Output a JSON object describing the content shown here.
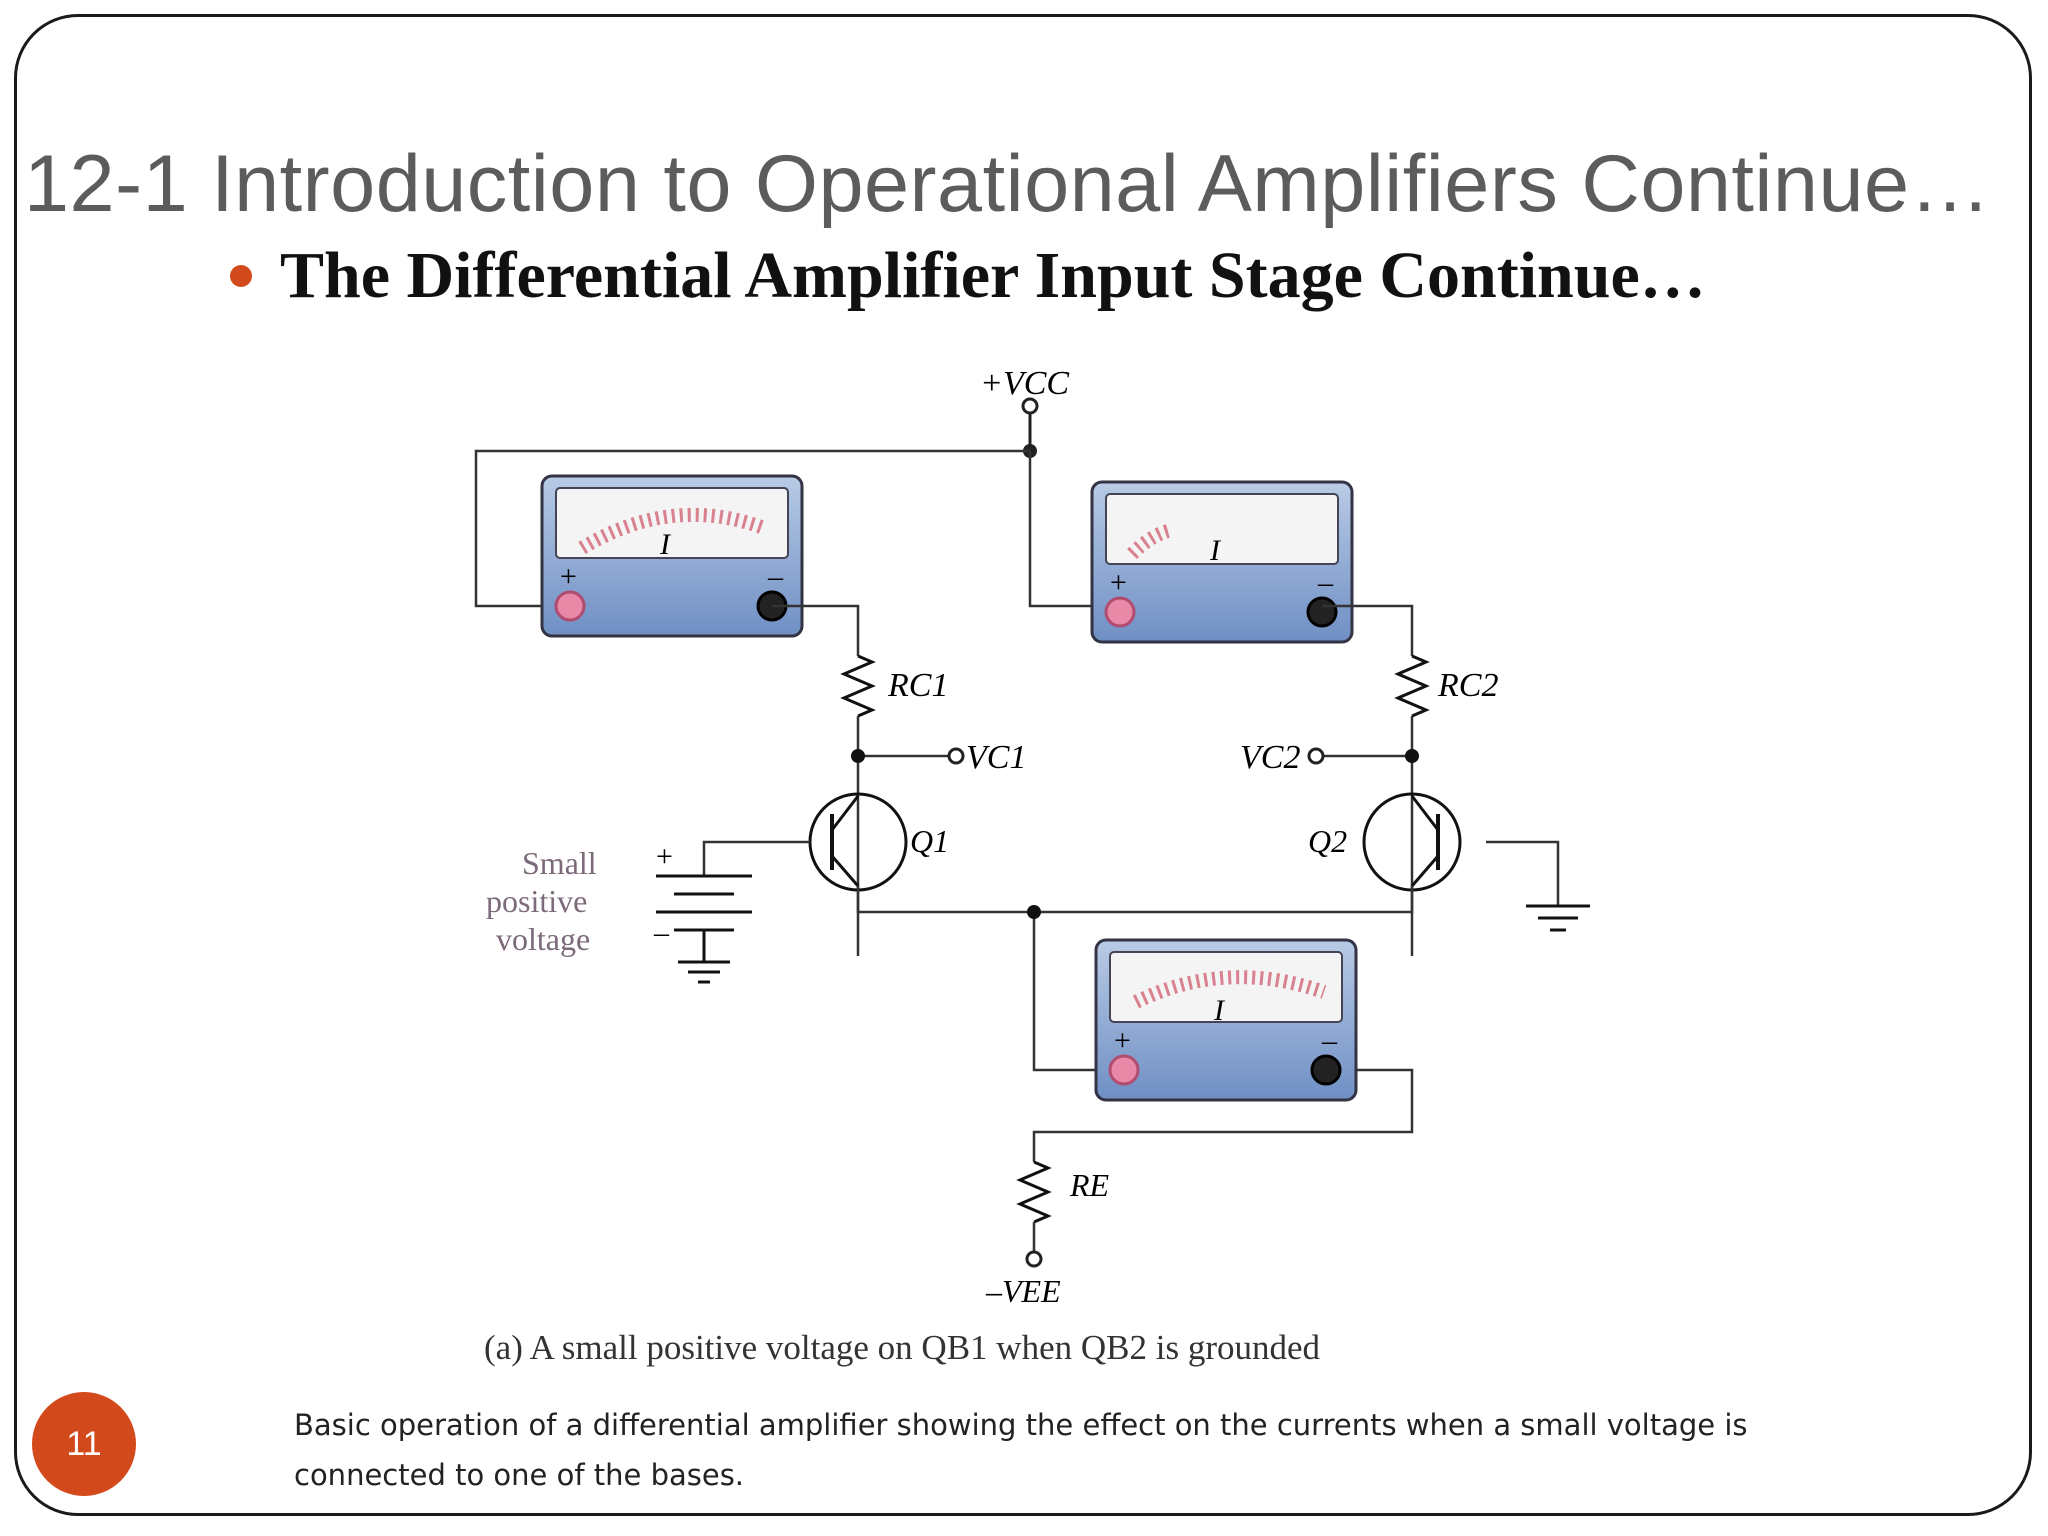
{
  "slide": {
    "title": "12-1 Introduction to Operational Amplifiers Continue…",
    "bullet": "The Differential Amplifier Input Stage Continue…",
    "page_number": "11"
  },
  "diagram": {
    "vcc_label": "+VCC",
    "vee_label": "–VEE",
    "meter_label": "I",
    "meter_plus": "+",
    "meter_minus": "–",
    "rc1_label": "RC1",
    "rc2_label": "RC2",
    "re_label": "RE",
    "vc1_label": "VC1",
    "vc2_label": "VC2",
    "q1_label": "Q1",
    "q2_label": "Q2",
    "source_label_line1": "Small",
    "source_label_line2": "positive",
    "source_label_line3": "voltage",
    "source_plus": "+",
    "source_minus": "–"
  },
  "captions": {
    "figure_a": "(a) A small positive voltage on QB1 when QB2 is grounded",
    "description": "Basic operation of a differential amplifier showing the effect on the currents when a small voltage is connected to one of the bases."
  },
  "colors": {
    "accent": "#d24a1c",
    "meter_body": "#7f9fcf",
    "meter_face": "#f4f4f4",
    "needle_scale": "#d9818f"
  }
}
